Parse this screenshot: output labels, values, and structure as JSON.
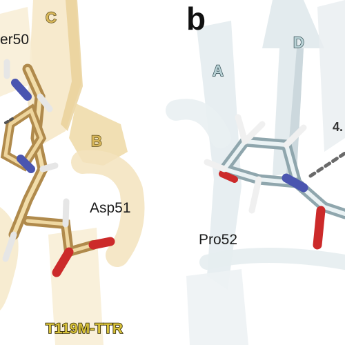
{
  "figure": {
    "panel_b_letter": "b",
    "strand_labels": {
      "c": "C",
      "b": "B",
      "a": "A",
      "d": "D"
    },
    "residue_labels": {
      "ser50": "er50",
      "asp51": "Asp51",
      "pro52": "Pro52"
    },
    "distance_label": "4.",
    "variant_label": "T119M-TTR",
    "colors": {
      "left_ribbon": "#f5e6c4",
      "left_stick": "#d9b87a",
      "right_ribbon": "#e3ebee",
      "right_stick": "#c9dbe0",
      "nitrogen": "#4a55b0",
      "oxygen": "#cc2a2a",
      "variant_text": "#d8c23a"
    }
  }
}
